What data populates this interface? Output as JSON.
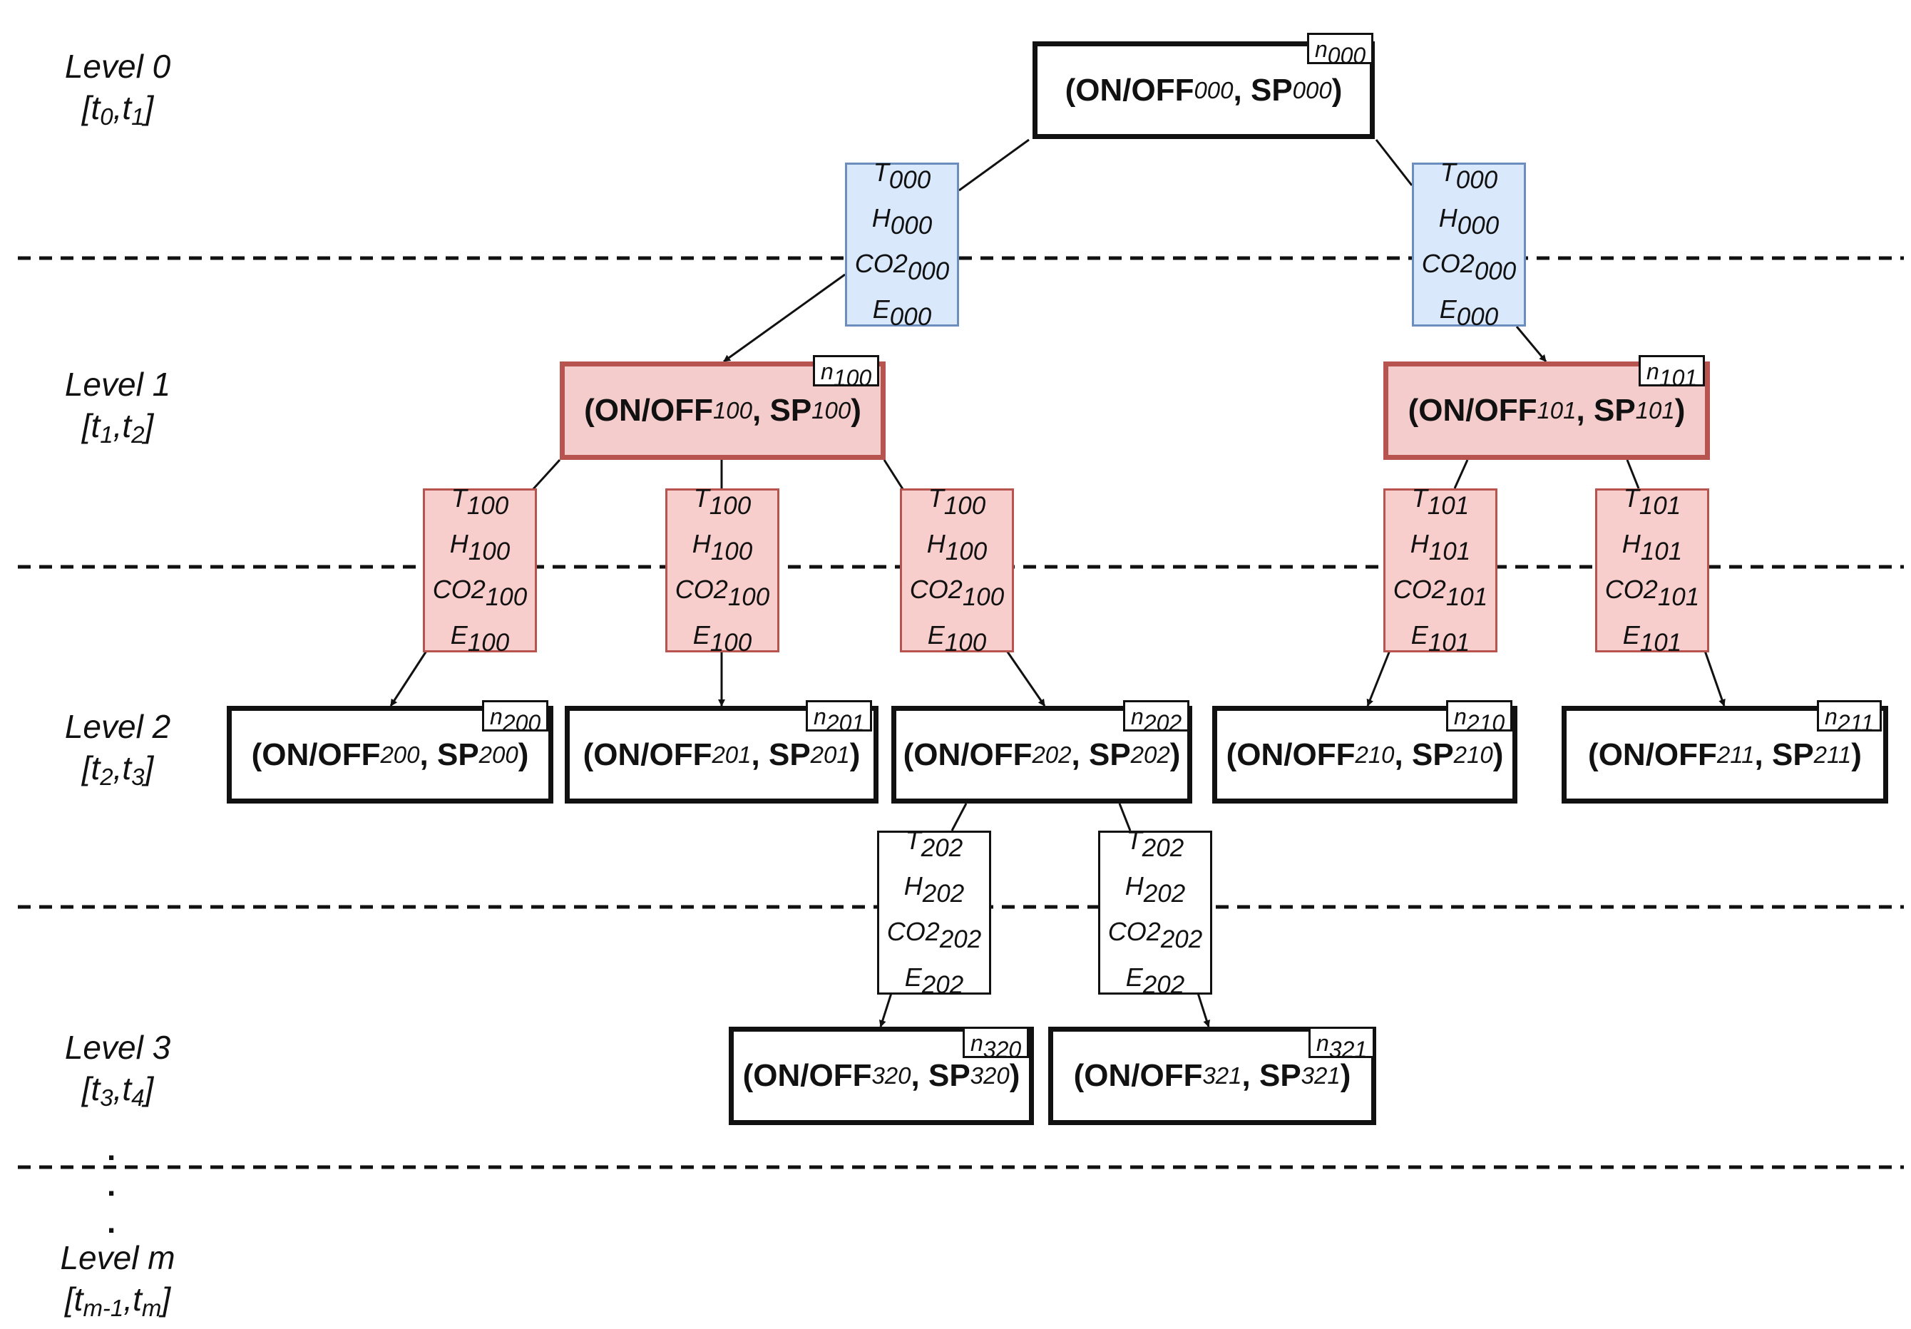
{
  "levels": [
    {
      "name": "Level 0",
      "interval": [
        "t",
        "0",
        ",",
        "t",
        "1"
      ]
    },
    {
      "name": "Level 1",
      "interval": [
        "t",
        "1",
        ",",
        "t",
        "2"
      ]
    },
    {
      "name": "Level 2",
      "interval": [
        "t",
        "2",
        ",",
        "t",
        "3"
      ]
    },
    {
      "name": "Level 3",
      "interval": [
        "t",
        "3",
        ",",
        "t",
        "4"
      ]
    },
    {
      "name": "Level m",
      "interval": [
        "t",
        "m-1",
        ",",
        "t",
        "m"
      ]
    }
  ],
  "ellipsis": ".",
  "nodes": [
    {
      "id": "000",
      "highlight": false
    },
    {
      "id": "100",
      "highlight": true
    },
    {
      "id": "101",
      "highlight": true
    },
    {
      "id": "200",
      "highlight": false
    },
    {
      "id": "201",
      "highlight": false
    },
    {
      "id": "202",
      "highlight": false
    },
    {
      "id": "210",
      "highlight": false
    },
    {
      "id": "211",
      "highlight": false
    },
    {
      "id": "320",
      "highlight": false
    },
    {
      "id": "321",
      "highlight": false
    }
  ],
  "node_text": {
    "action": "ON/OFF",
    "setpoint": "SP",
    "open": "(",
    "sep": ", ",
    "close": ")",
    "tag_prefix": "n"
  },
  "measurement_vars": [
    "T",
    "H",
    "CO2",
    "E"
  ],
  "measurements": [
    {
      "id": "000",
      "style": "blue"
    },
    {
      "id": "000",
      "style": "blue"
    },
    {
      "id": "100",
      "style": "red"
    },
    {
      "id": "100",
      "style": "red"
    },
    {
      "id": "100",
      "style": "red"
    },
    {
      "id": "101",
      "style": "red"
    },
    {
      "id": "101",
      "style": "red"
    },
    {
      "id": "202",
      "style": "white"
    },
    {
      "id": "202",
      "style": "white"
    }
  ],
  "colors": {
    "line": "#111111",
    "blue_fill": "#dae8fc",
    "blue_border": "#6c8ebf",
    "red_fill": "#f8cecc",
    "red_border": "#b85450",
    "node_highlight_fill": "#f4cccc"
  }
}
